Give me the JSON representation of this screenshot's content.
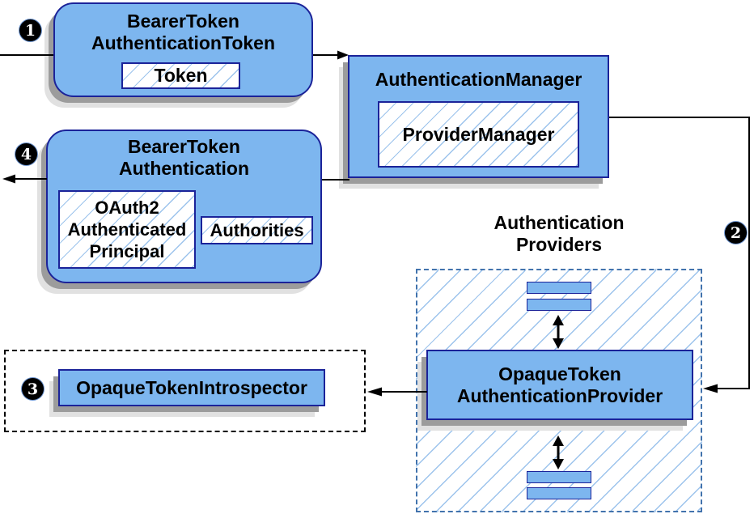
{
  "diagram": {
    "badges": [
      "1",
      "2",
      "3",
      "4"
    ],
    "bearer_token_authentication_token": {
      "title": [
        "BearerToken",
        "AuthenticationToken"
      ],
      "token": "Token"
    },
    "authentication_manager": {
      "title": "AuthenticationManager",
      "provider_manager": "ProviderManager"
    },
    "bearer_token_authentication": {
      "title": [
        "BearerToken",
        "Authentication"
      ],
      "principal": [
        "OAuth2",
        "Authenticated",
        "Principal"
      ],
      "authorities": "Authorities"
    },
    "introspector": "OpaqueTokenIntrospector",
    "providers": {
      "label": [
        "Authentication",
        "Providers"
      ],
      "provider": [
        "OpaqueToken",
        "AuthenticationProvider"
      ]
    },
    "colors": {
      "box_fill": "#7db6ef",
      "box_border": "#1b2399",
      "hatch_line": "#9cc3ec",
      "providers_dash": "#4273ad",
      "bean_dash": "#000000",
      "shadow_dark": "#9c9c9c",
      "shadow_light": "#e1e1e1",
      "line_color": "#000000",
      "badge_bg": "#000000",
      "badge_fg": "#ffffff",
      "canvas_bg": "#ffffff"
    }
  }
}
